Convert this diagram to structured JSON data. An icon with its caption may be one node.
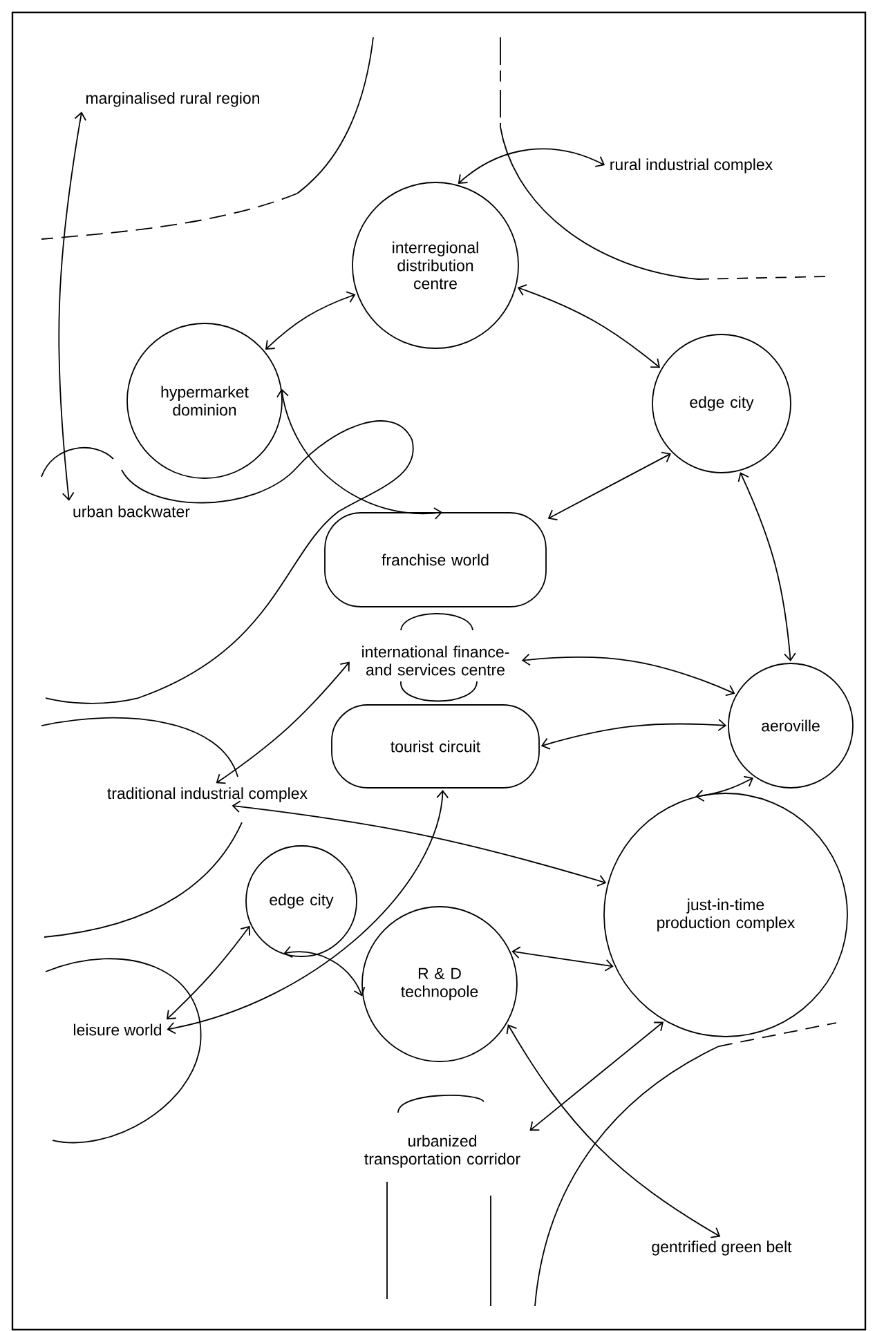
{
  "diagram": {
    "nodes": [
      {
        "text": [
          "marginalised rural region"
        ]
      },
      {
        "text": [
          "rural industrial complex"
        ]
      },
      {
        "text": [
          "interregional distribution centre"
        ]
      },
      {
        "text": [
          "hypermarket dominion"
        ]
      },
      {
        "text": [
          "edge city"
        ]
      },
      {
        "text": [
          "urban backwater"
        ]
      },
      {
        "text": [
          "franchise world"
        ]
      },
      {
        "text": [
          "international finance- and services centre"
        ]
      },
      {
        "text": [
          "tourist circuit"
        ]
      },
      {
        "text": [
          "aeroville"
        ]
      },
      {
        "text": [
          "traditional industrial complex"
        ]
      },
      {
        "text": [
          "just-in-time production complex"
        ]
      },
      {
        "text": [
          "edge city"
        ]
      },
      {
        "text": [
          "leisure world"
        ]
      },
      {
        "text": [
          "R & D technopole"
        ]
      },
      {
        "text": [
          "urbanized transportation corridor"
        ]
      },
      {
        "text": [
          "gentrified green belt"
        ]
      }
    ],
    "edges": [
      {
        "from": 0,
        "to": 5,
        "arrow": "both"
      },
      {
        "from": 2,
        "to": 1,
        "arrow": "both"
      },
      {
        "from": 3,
        "to": 2,
        "arrow": "both"
      },
      {
        "from": 2,
        "to": 4,
        "arrow": "both"
      },
      {
        "from": 3,
        "to": 6,
        "arrow": "both"
      },
      {
        "from": 4,
        "to": 6,
        "arrow": "both"
      },
      {
        "from": 4,
        "to": 9,
        "arrow": "both"
      },
      {
        "from": 7,
        "to": 9,
        "arrow": "both"
      },
      {
        "from": 8,
        "to": 9,
        "arrow": "both"
      },
      {
        "from": 9,
        "to": 11,
        "arrow": "both"
      },
      {
        "from": 10,
        "to": 7,
        "arrow": "both"
      },
      {
        "from": 10,
        "to": 11,
        "arrow": "both"
      },
      {
        "from": 13,
        "to": 8,
        "arrow": "both"
      },
      {
        "from": 13,
        "to": 12,
        "arrow": "both"
      },
      {
        "from": 12,
        "to": 14,
        "arrow": "both"
      },
      {
        "from": 14,
        "to": 11,
        "arrow": "both"
      },
      {
        "from": 15,
        "to": 11,
        "arrow": "both"
      },
      {
        "from": 14,
        "to": 16,
        "arrow": "both"
      }
    ]
  }
}
